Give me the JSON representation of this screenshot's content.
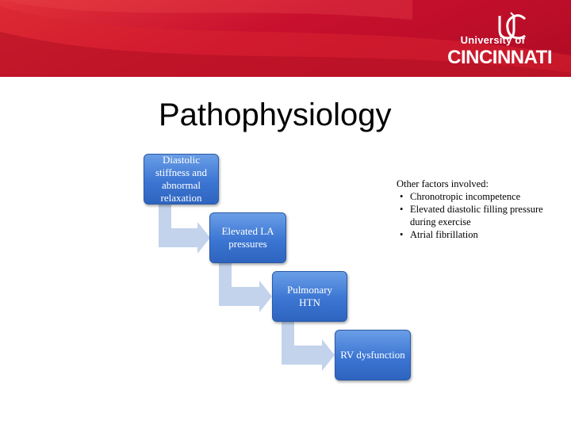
{
  "header": {
    "logo_top": "University of",
    "logo_bottom": "CINCINNATI",
    "logo_mark": "UC"
  },
  "slide": {
    "title": "Pathophysiology"
  },
  "diagram": {
    "steps": [
      "Diastolic stiffness and abnormal relaxation",
      "Elevated LA pressures",
      "Pulmonary HTN",
      "RV dysfunction"
    ]
  },
  "factors": {
    "heading": "Other factors involved:",
    "bullet": "•",
    "items": [
      "Chronotropic incompetence",
      "Elevated diastolic filling pressure during exercise",
      "Atrial fibrillation"
    ]
  },
  "colors": {
    "banner": "#c8102e",
    "box": "#3c76d3",
    "connector": "#c3d3ec"
  }
}
